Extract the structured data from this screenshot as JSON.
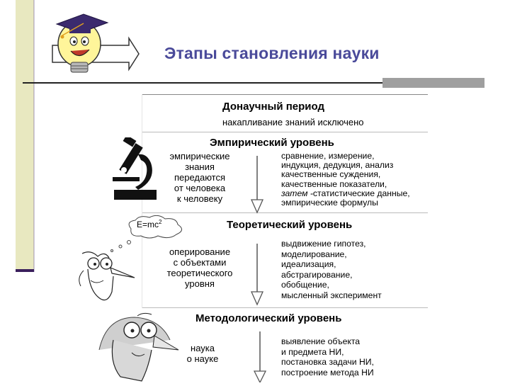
{
  "slide": {
    "title": "Этапы становления науки"
  },
  "prescience": {
    "heading": "Донаучный период",
    "subtitle": "накапливание знаний исключено"
  },
  "empirical": {
    "heading": "Эмпирический уровень",
    "left_lines": [
      "эмпирические",
      "знания",
      "передаются",
      "от человека",
      "к человеку"
    ],
    "methods": [
      "сравнение, измерение,",
      "индукция, дедукция, анализ",
      "качественные суждения,",
      "качественные показатели,",
      "статистические данные,",
      "эмпирические формулы"
    ],
    "methods_italic_prefix": "затем -"
  },
  "theoretical": {
    "heading": "Теоретический уровень",
    "bubble_text": "E=mc",
    "bubble_sup": "2",
    "left_lines": [
      "оперирование",
      "с объектами",
      "теоретического",
      "уровня"
    ],
    "methods": [
      "выдвижение гипотез,",
      "моделирование,",
      "идеализация,",
      "абстрагирование,",
      "обобщение,",
      "мысленный эксперимент"
    ]
  },
  "methodological": {
    "heading": "Методологический уровень",
    "left_lines": [
      "наука",
      "о науке"
    ],
    "methods": [
      "выявление объекта",
      "и предмета НИ,",
      "постановка задачи НИ,",
      "построение метода НИ"
    ]
  },
  "icons": {
    "bulb": "lightbulb-graduate-icon",
    "arrow": "right-arrow-icon",
    "microscope": "microscope-icon",
    "scientist": "scientist-cartoon-icon",
    "thinker": "thinker-cartoon-icon",
    "down_arrow": "down-arrow-icon"
  },
  "colors": {
    "title": "#4a4a9a",
    "left_bar": "#e8e8c0",
    "accent_bar": "#3a1f5c"
  }
}
